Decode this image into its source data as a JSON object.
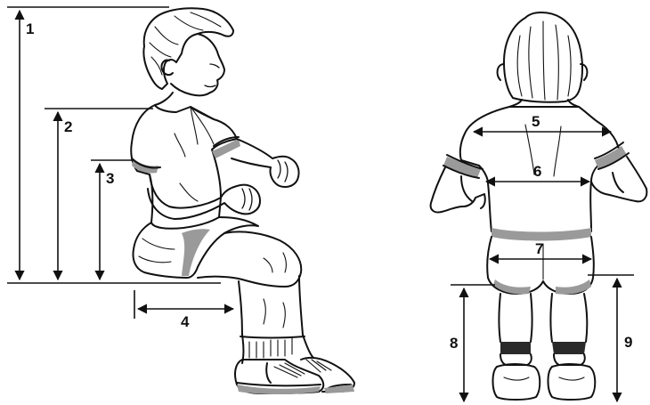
{
  "labels": {
    "m1": "1",
    "m2": "2",
    "m3": "3",
    "m4": "4",
    "m5": "5",
    "m6": "6",
    "m7": "7",
    "m8": "8",
    "m9": "9"
  }
}
